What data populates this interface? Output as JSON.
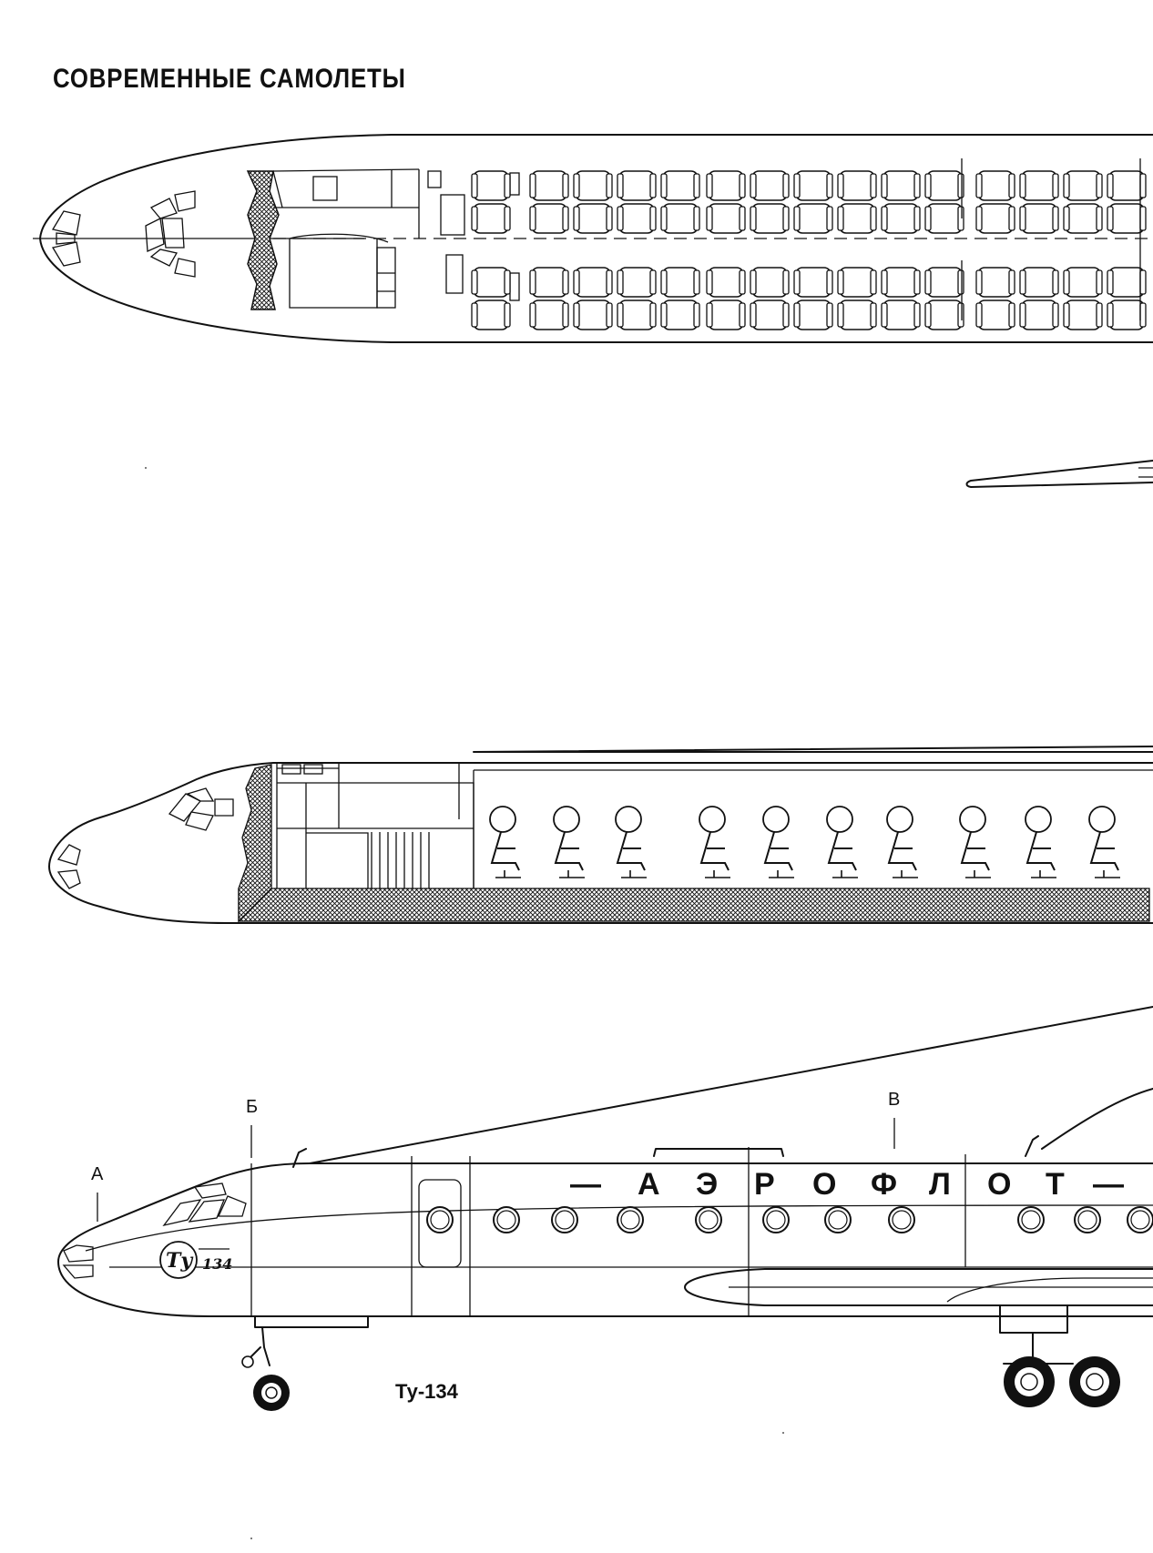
{
  "page": {
    "heading": "СОВРЕМЕННЫЕ САМОЛЕТЫ"
  },
  "side_view": {
    "aircraft_label": "Ту-134",
    "section_markers": [
      "А",
      "Б",
      "В"
    ],
    "livery_letters": [
      "А",
      "Э",
      "Р",
      "О",
      "Ф",
      "Л",
      "О",
      "Т"
    ],
    "livery_dash": "—",
    "tail_logo_mark": "Ту",
    "tail_logo_number": "134"
  },
  "colors": {
    "ink": "#111111",
    "paper": "#ffffff"
  }
}
